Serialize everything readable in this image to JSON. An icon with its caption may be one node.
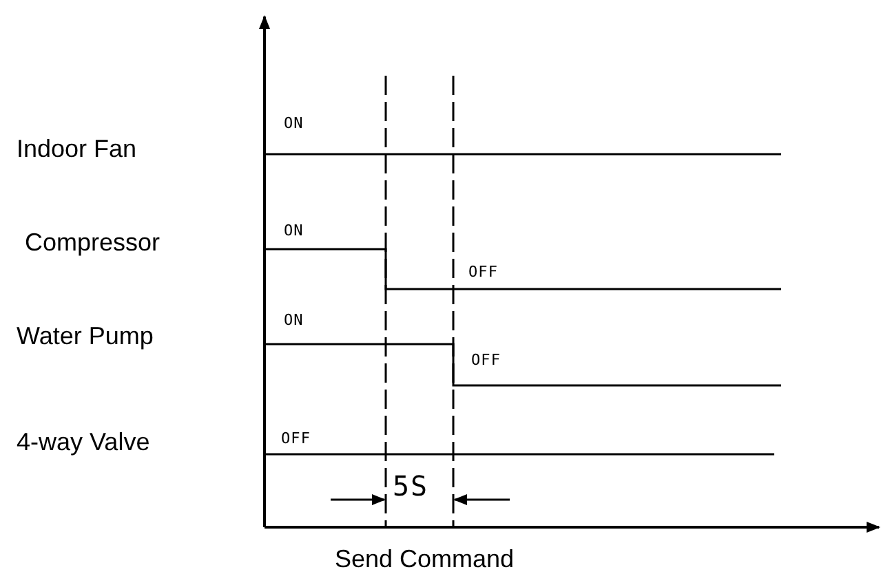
{
  "diagram": {
    "labels": [
      "ON",
      "Indoor Fan",
      "ON",
      "Compressor",
      "OFF",
      "ON",
      "Water Pump",
      "OFF",
      "OFF",
      "4-way Valve",
      "5S",
      "Send Command"
    ]
  }
}
